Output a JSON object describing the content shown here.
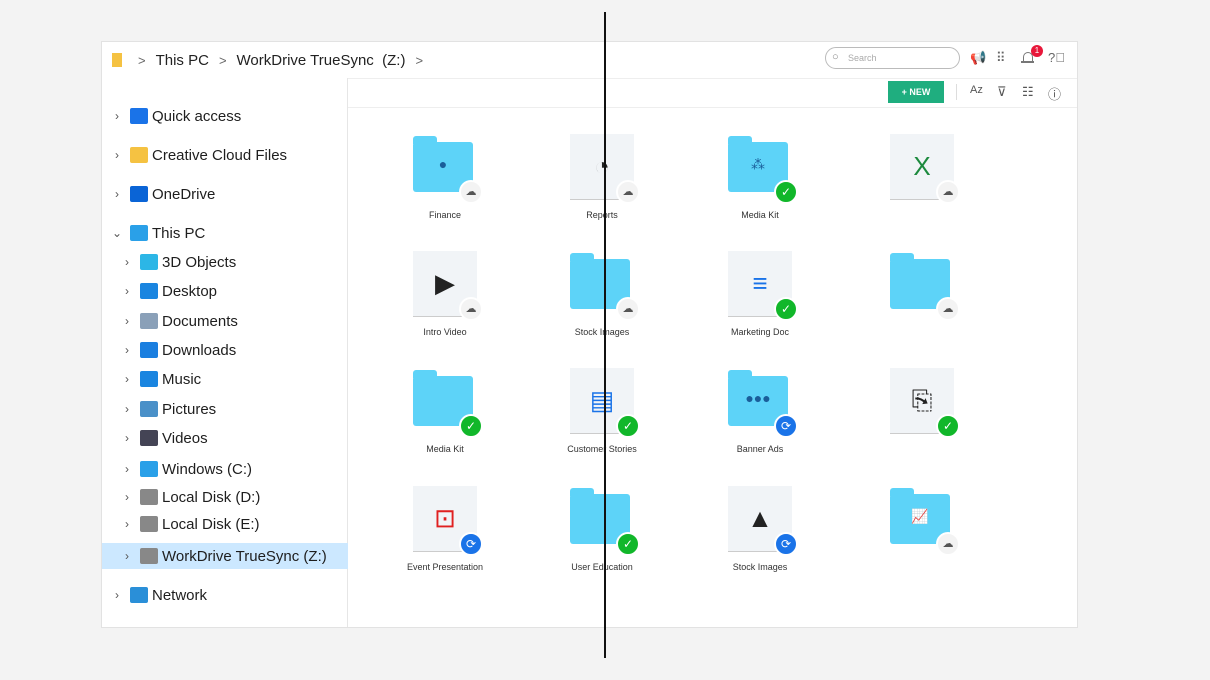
{
  "breadcrumb": [
    "This PC",
    "WorkDrive TrueSync  (Z:)"
  ],
  "sidebar": [
    {
      "label": "Quick access",
      "icon": "star-icon",
      "color": "#1a73e8",
      "expanded": false
    },
    {
      "label": "Creative Cloud Files",
      "icon": "creative-cloud-folder-icon",
      "color": "#f5c242",
      "expanded": false
    },
    {
      "label": "OneDrive",
      "icon": "cloud-icon",
      "color": "#0a64d6",
      "expanded": false
    },
    {
      "label": "This PC",
      "icon": "computer-icon",
      "color": "#2aa0e8",
      "expanded": true
    },
    {
      "label": "3D Objects",
      "icon": "cube-icon",
      "color": "#2cb6e6",
      "expanded": false
    },
    {
      "label": "Desktop",
      "icon": "desktop-icon",
      "color": "#1a85e0",
      "expanded": false
    },
    {
      "label": "Documents",
      "icon": "document-icon",
      "color": "#8aa0b8",
      "expanded": false
    },
    {
      "label": "Downloads",
      "icon": "download-arrow-icon",
      "color": "#1a7fe0",
      "expanded": false
    },
    {
      "label": "Music",
      "icon": "music-note-icon",
      "color": "#1a85e0",
      "expanded": false
    },
    {
      "label": "Pictures",
      "icon": "picture-icon",
      "color": "#4a90c8",
      "expanded": false
    },
    {
      "label": "Videos",
      "icon": "film-icon",
      "color": "#445",
      "expanded": false
    },
    {
      "label": "Windows (C:)",
      "icon": "windows-drive-icon",
      "color": "#2aa0e8",
      "expanded": false
    },
    {
      "label": "Local Disk (D:)",
      "icon": "drive-icon",
      "color": "#888",
      "expanded": false
    },
    {
      "label": "Local Disk (E:)",
      "icon": "drive-icon",
      "color": "#888",
      "expanded": false
    },
    {
      "label": "WorkDrive TrueSync (Z:)",
      "icon": "drive-icon",
      "color": "#888",
      "expanded": false,
      "selected": true
    },
    {
      "label": "Network",
      "icon": "network-icon",
      "color": "#2a8fd8",
      "expanded": false
    }
  ],
  "toolbar": {
    "search_placeholder": "Search",
    "notification_count": "1",
    "new_label": "+ NEW",
    "sort_label": "Az"
  },
  "files": [
    {
      "label": "Finance",
      "type": "folder",
      "glyph": "●",
      "status": "cloud"
    },
    {
      "label": "Reports",
      "type": "doc",
      "glyph": "◔",
      "status": "cloud"
    },
    {
      "label": "Media Kit",
      "type": "folder",
      "glyph": "⁂",
      "status": "ok"
    },
    {
      "label": "",
      "type": "doc",
      "glyph": "X",
      "status": "cloud",
      "glyph_color": "#1d8a3e"
    },
    {
      "label": "Intro Video",
      "type": "doc",
      "glyph": "▶",
      "status": "cloud"
    },
    {
      "label": "Stock Images",
      "type": "folder",
      "glyph": "",
      "status": "cloud"
    },
    {
      "label": "Marketing Doc",
      "type": "doc",
      "glyph": "≡",
      "status": "ok",
      "glyph_color": "#1a73e8"
    },
    {
      "label": "",
      "type": "folder",
      "glyph": "",
      "status": "cloud"
    },
    {
      "label": "Media Kit",
      "type": "folder",
      "glyph": "",
      "status": "ok"
    },
    {
      "label": "Customer Stories",
      "type": "doc",
      "glyph": "▤",
      "status": "ok",
      "glyph_color": "#1a73e8"
    },
    {
      "label": "Banner Ads",
      "type": "folder",
      "glyph": "●●●",
      "status": "sync"
    },
    {
      "label": "",
      "type": "doc",
      "glyph": "⎘",
      "status": "ok"
    },
    {
      "label": "Event Presentation",
      "type": "doc",
      "glyph": "⊡",
      "status": "sync",
      "glyph_color": "#e02020"
    },
    {
      "label": "User Education",
      "type": "folder",
      "glyph": "",
      "status": "ok"
    },
    {
      "label": "Stock Images",
      "type": "doc",
      "glyph": "▲",
      "status": "sync"
    },
    {
      "label": "",
      "type": "folder",
      "glyph": "📈",
      "status": "cloud"
    }
  ]
}
